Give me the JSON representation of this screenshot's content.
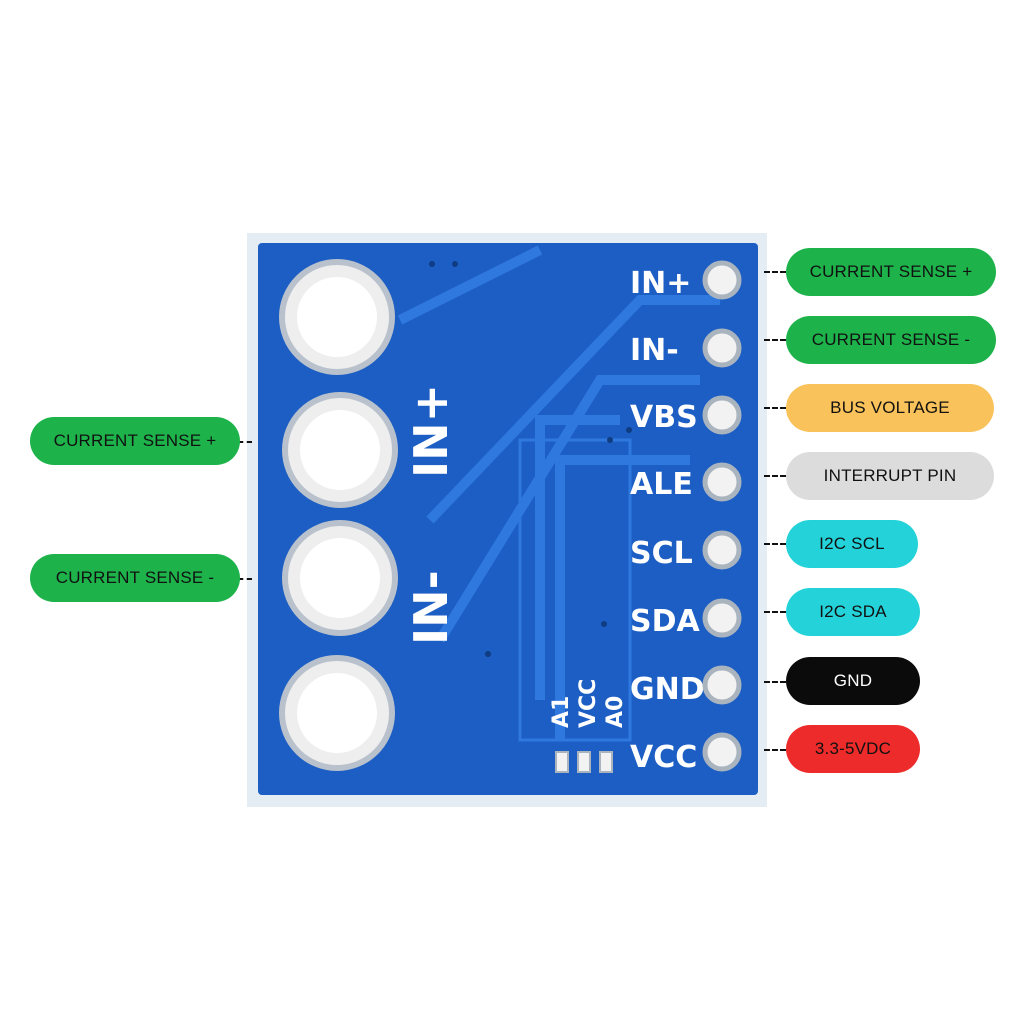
{
  "board": {
    "pin_labels": [
      "IN+",
      "IN-",
      "VBS",
      "ALE",
      "SCL",
      "SDA",
      "GND",
      "VCC"
    ],
    "terminal_labels": {
      "plus": "IN+",
      "minus": "IN-"
    },
    "address_labels": [
      "A1",
      "VCC",
      "A0"
    ]
  },
  "callouts_right": [
    {
      "text": "CURRENT SENSE +",
      "color": "#1db34a"
    },
    {
      "text": "CURRENT SENSE -",
      "color": "#1db34a"
    },
    {
      "text": "BUS VOLTAGE",
      "color": "#f9c25a"
    },
    {
      "text": "INTERRUPT PIN",
      "color": "#dcdcdc"
    },
    {
      "text": "I2C SCL",
      "color": "#23d3d9"
    },
    {
      "text": "I2C SDA",
      "color": "#23d3d9"
    },
    {
      "text": "GND",
      "color": "#0b0b0b",
      "text_color": "#ffffff"
    },
    {
      "text": "3.3-5VDC",
      "color": "#ee2b2b"
    }
  ],
  "callouts_left": [
    {
      "text": "CURRENT SENSE +",
      "color": "#1db34a"
    },
    {
      "text": "CURRENT SENSE -",
      "color": "#1db34a"
    }
  ]
}
